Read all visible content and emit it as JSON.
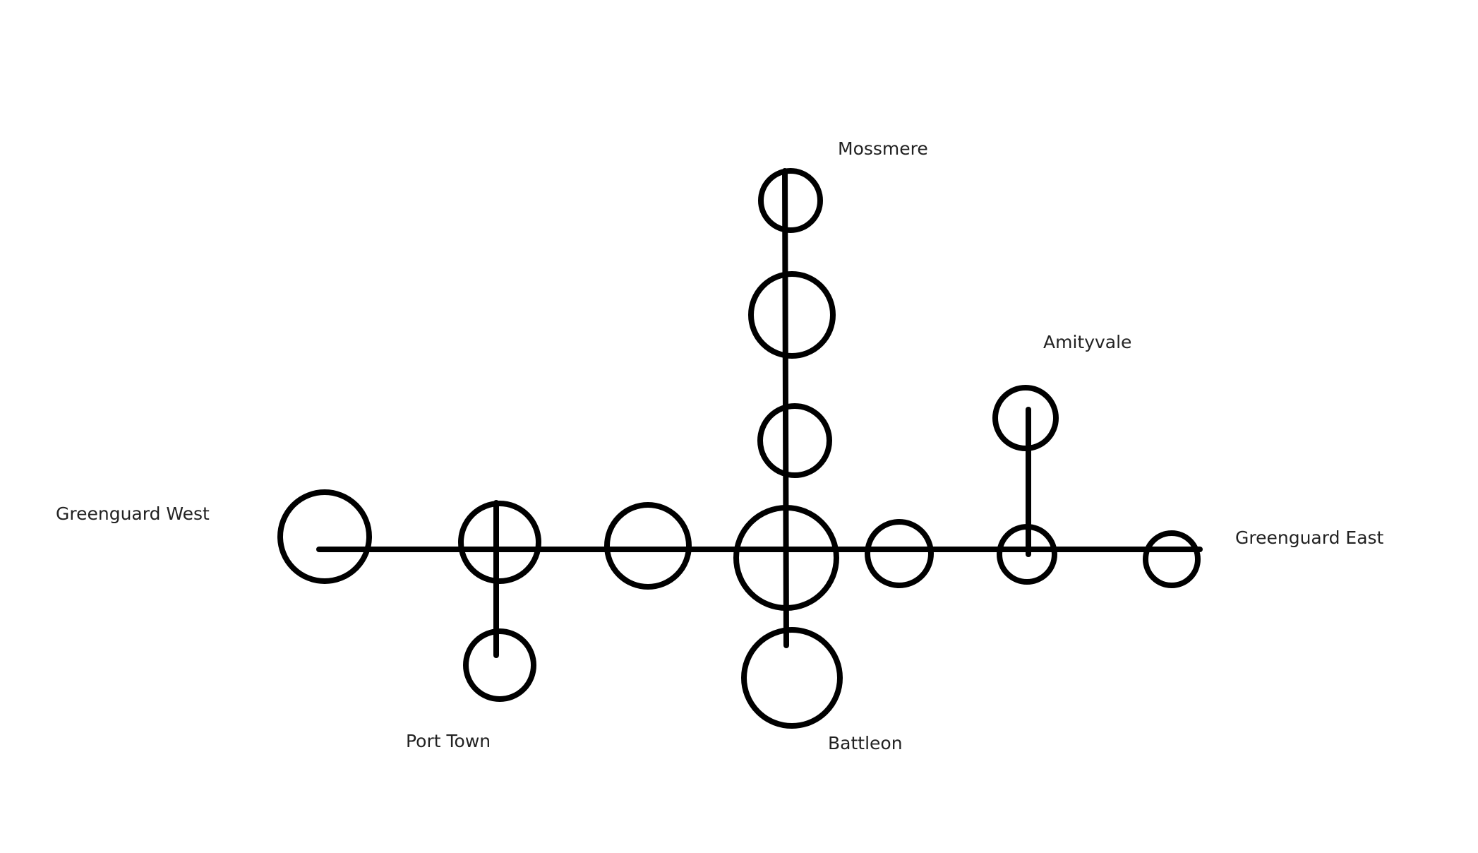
{
  "labels": {
    "mossmere": "Mossmere",
    "amityvale": "Amityvale",
    "greenguard_west": "Greenguard West",
    "greenguard_east": "Greenguard East",
    "port_town": "Port Town",
    "battleon": "Battleon"
  },
  "colors": {
    "stroke": "#000000",
    "label": "#222222",
    "background": "#ffffff"
  }
}
